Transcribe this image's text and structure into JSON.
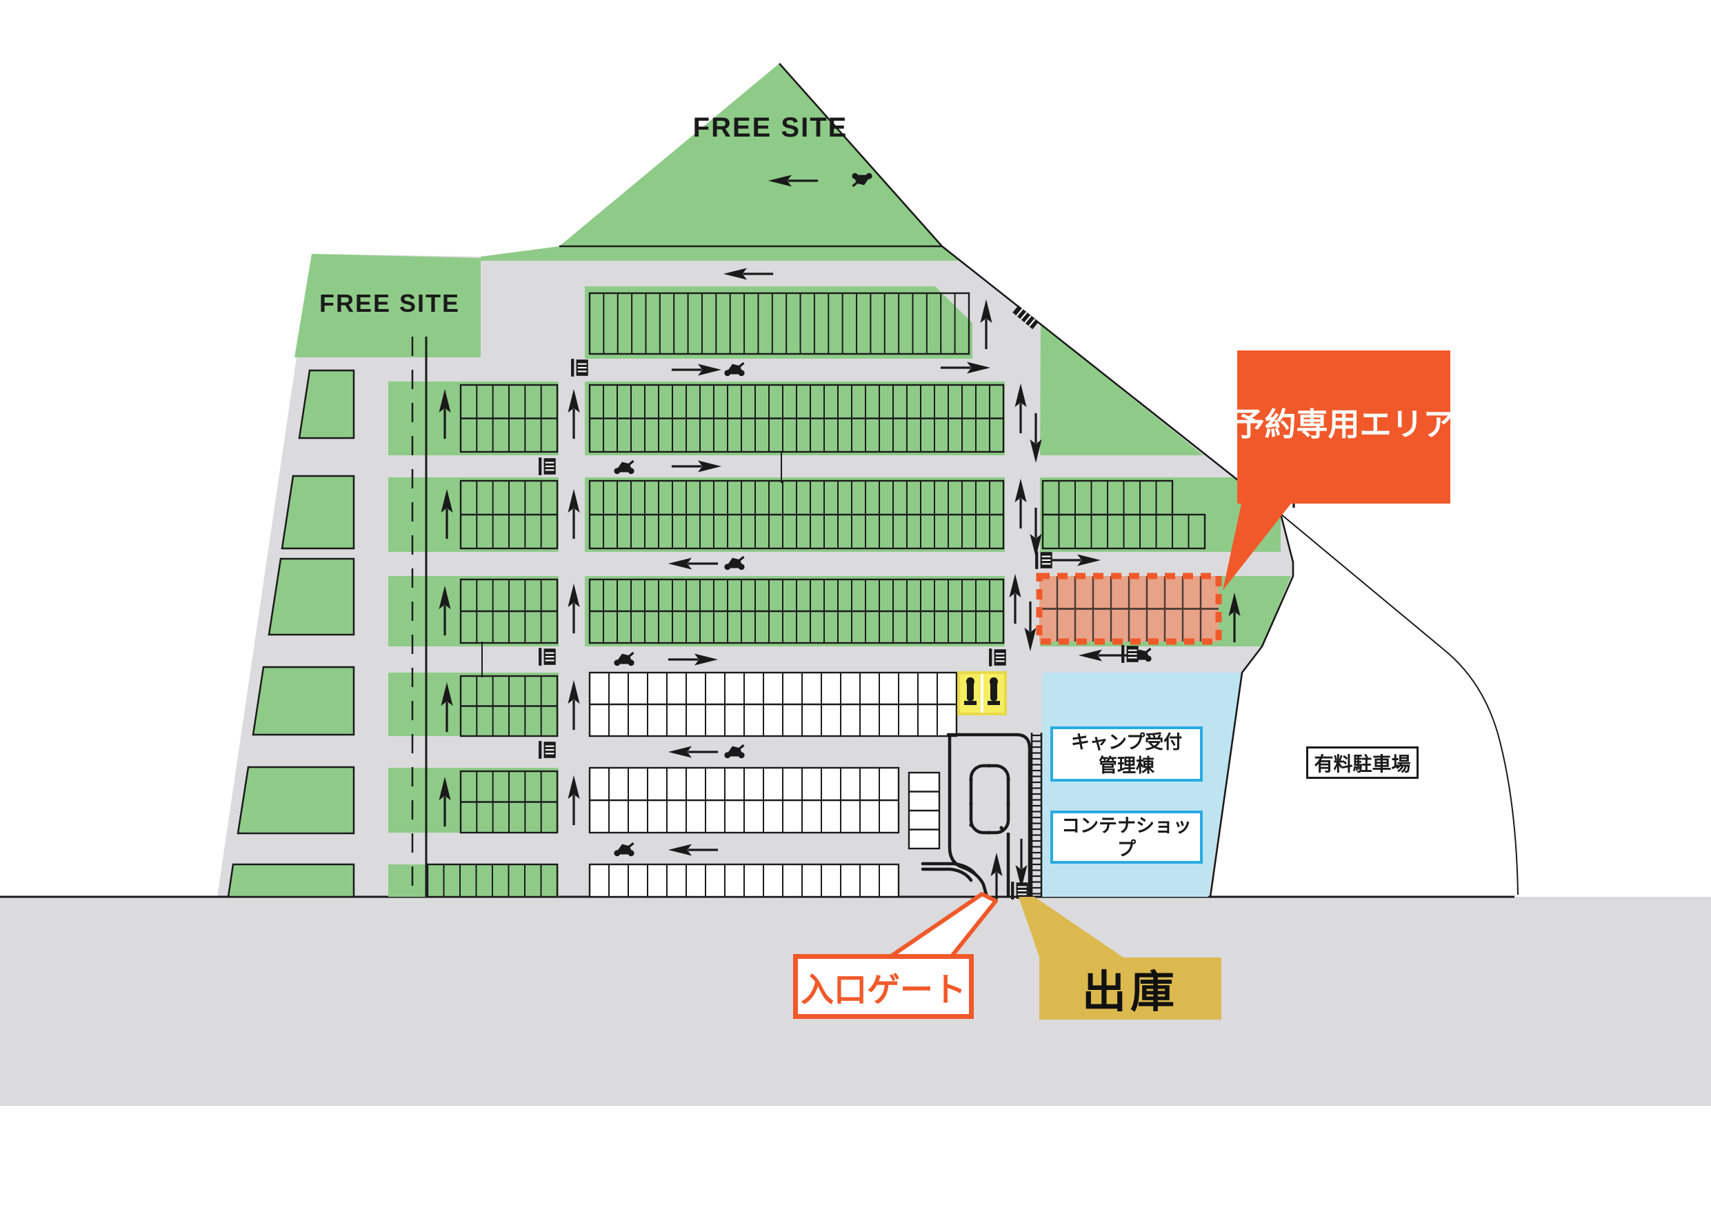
{
  "map": {
    "title": "campsite parking site map",
    "labels": {
      "free_site_top": "FREE SITE",
      "free_site_left": "FREE SITE",
      "reserved_callout": "予約専用エリア",
      "camp_reception_line1": "キャンプ受付",
      "camp_reception_line2": "管理棟",
      "container_shop": "コンテナショップ",
      "paid_parking": "有料駐車場",
      "entrance_gate": "入口ゲート",
      "exit": "出庫"
    },
    "colors": {
      "site_green": "#8fcb88",
      "road_gray": "#dbdbdd",
      "accent_orange": "#f1592a",
      "reserved_fill": "#e7a288",
      "water_blue": "#bee4f2",
      "blue_border": "#29abe2",
      "exit_gold": "#dcb94f",
      "priority_yellow": "#f6ed60",
      "line_black": "#1a1a1a",
      "stall_white": "#ffffff"
    },
    "parking": {
      "center_rows": [
        {
          "id": "row-1",
          "stalls": 27,
          "rows": 1,
          "color": "green"
        },
        {
          "id": "row-2",
          "stalls": 30,
          "rows": 2,
          "color": "green"
        },
        {
          "id": "row-3",
          "stalls": 30,
          "rows": 2,
          "color": "green"
        },
        {
          "id": "row-4",
          "stalls": 30,
          "rows": 2,
          "color": "green"
        },
        {
          "id": "row-5",
          "stalls": 19,
          "rows": 2,
          "color": "white",
          "priority_stalls": 2
        },
        {
          "id": "row-6",
          "stalls": 16,
          "rows": 2,
          "color": "white"
        },
        {
          "id": "row-7",
          "stalls": 16,
          "rows": 1,
          "color": "white"
        }
      ],
      "west_grids": {
        "bands": 5,
        "cols": 6,
        "rows": 2,
        "bottom_band_cols": 8
      },
      "east_grids": {
        "top_row_stalls": 8,
        "bottom_row_stalls": 10
      },
      "reserved_area": {
        "rows": 2,
        "cols": 10
      }
    },
    "icons": [
      "arrow-icon",
      "motorcycle-icon",
      "ticket-machine-icon",
      "gate-icon",
      "scooter-stall-icon"
    ]
  }
}
